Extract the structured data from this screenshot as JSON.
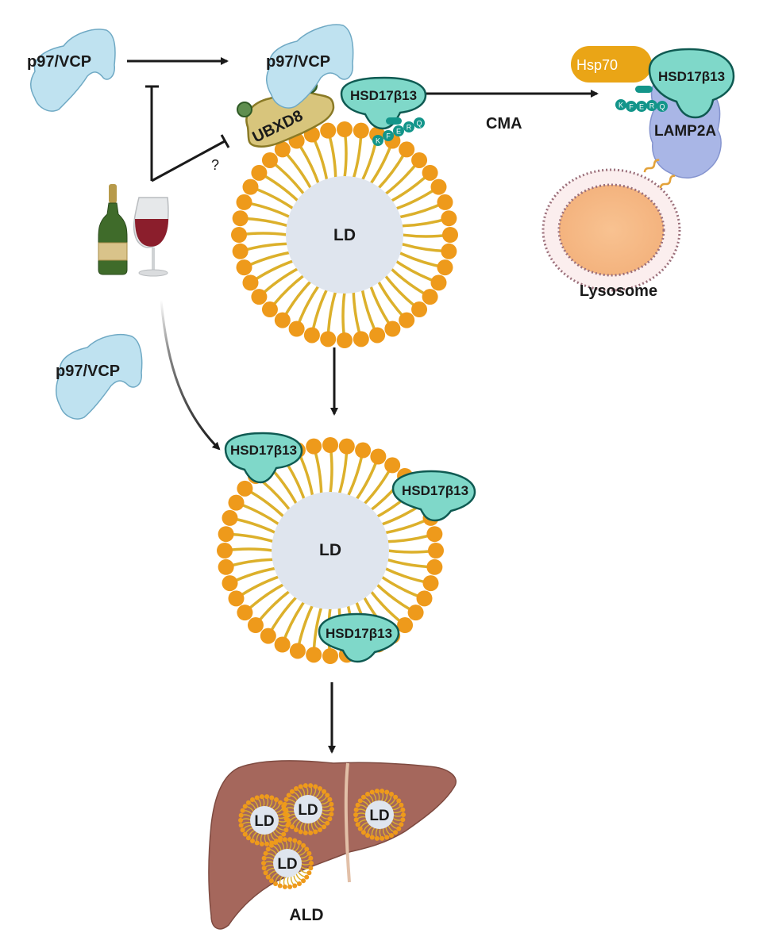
{
  "labels": {
    "p97_top_left": "p97/VCP",
    "p97_top_center": "p97/VCP",
    "p97_middle_left": "p97/VCP",
    "ubxd8": "UBXD8",
    "hsd_top": "HSD17β13",
    "hsd_lysosome": "HSD17β13",
    "hsd_mid_1": "HSD17β13",
    "hsd_mid_2": "HSD17β13",
    "hsd_mid_3": "HSD17β13",
    "hsp70": "Hsp70",
    "lamp2a": "LAMP2A",
    "cma": "CMA",
    "lysosome": "Lysosome",
    "question": "?",
    "ld_top": "LD",
    "ld_mid": "LD",
    "ld_liver": [
      "LD",
      "LD",
      "LD",
      "LD"
    ],
    "ald": "ALD",
    "kferq_top": [
      "K",
      "F",
      "E",
      "R",
      "Q"
    ],
    "kferq_lysosome": [
      "K",
      "F",
      "E",
      "R",
      "Q"
    ]
  },
  "colors": {
    "vcp": "#bfe2f0",
    "vcp_stroke": "#6fa9c4",
    "hsd": "#7fd8c9",
    "hsd_stroke": "#0f5a52",
    "kferq": "#13958a",
    "lipid_head": "#ee9a1b",
    "lipid_tail": "#dcb02b",
    "ld_core": "#dfe5ee",
    "hsp70": "#eaa516",
    "lamp2a": "#a9b6e6",
    "lysosome_lumen": "#f6b882",
    "lysosome_membrane": "#9b6f7a",
    "liver": "#a5675c",
    "ubxd8": "#d8c57c",
    "ubxd8_ball": "#5f8e4f",
    "arrow": "#1a1a1a"
  }
}
